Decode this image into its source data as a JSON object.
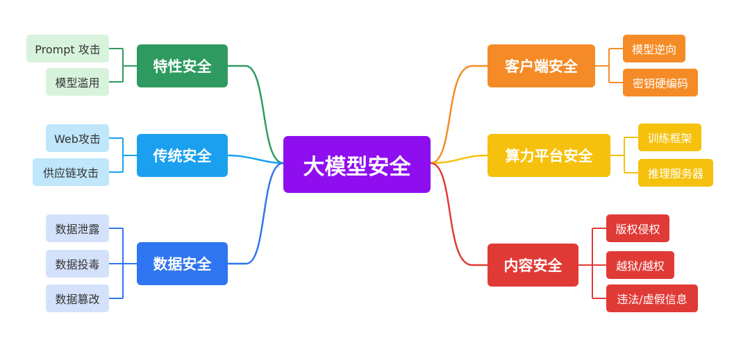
{
  "center": {
    "label": "大模型安全"
  },
  "branches": {
    "features": {
      "label": "特性安全",
      "color": "#2e9a5f",
      "leaf_bg": "#d8f3dc",
      "leaves": [
        "Prompt 攻击",
        "模型滥用"
      ]
    },
    "traditional": {
      "label": "传统安全",
      "color": "#1aa0ef",
      "leaf_bg": "#bfe6fb",
      "leaves": [
        "Web攻击",
        "供应链攻击"
      ]
    },
    "data": {
      "label": "数据安全",
      "color": "#2f74f0",
      "leaf_bg": "#d4e1fb",
      "leaves": [
        "数据泄露",
        "数据投毒",
        "数据篡改"
      ]
    },
    "client": {
      "label": "客户端安全",
      "color": "#f48b26",
      "leaf_bg": "#f48b26",
      "leaves": [
        "模型逆向",
        "密钥硬编码"
      ]
    },
    "compute": {
      "label": "算力平台安全",
      "color": "#f5c10c",
      "leaf_bg": "#f5c10c",
      "leaves": [
        "训练框架",
        "推理服务器"
      ]
    },
    "content": {
      "label": "内容安全",
      "color": "#e03a37",
      "leaf_bg": "#e03a37",
      "leaves": [
        "版权侵权",
        "越狱/越权",
        "违法/虚假信息"
      ]
    }
  }
}
